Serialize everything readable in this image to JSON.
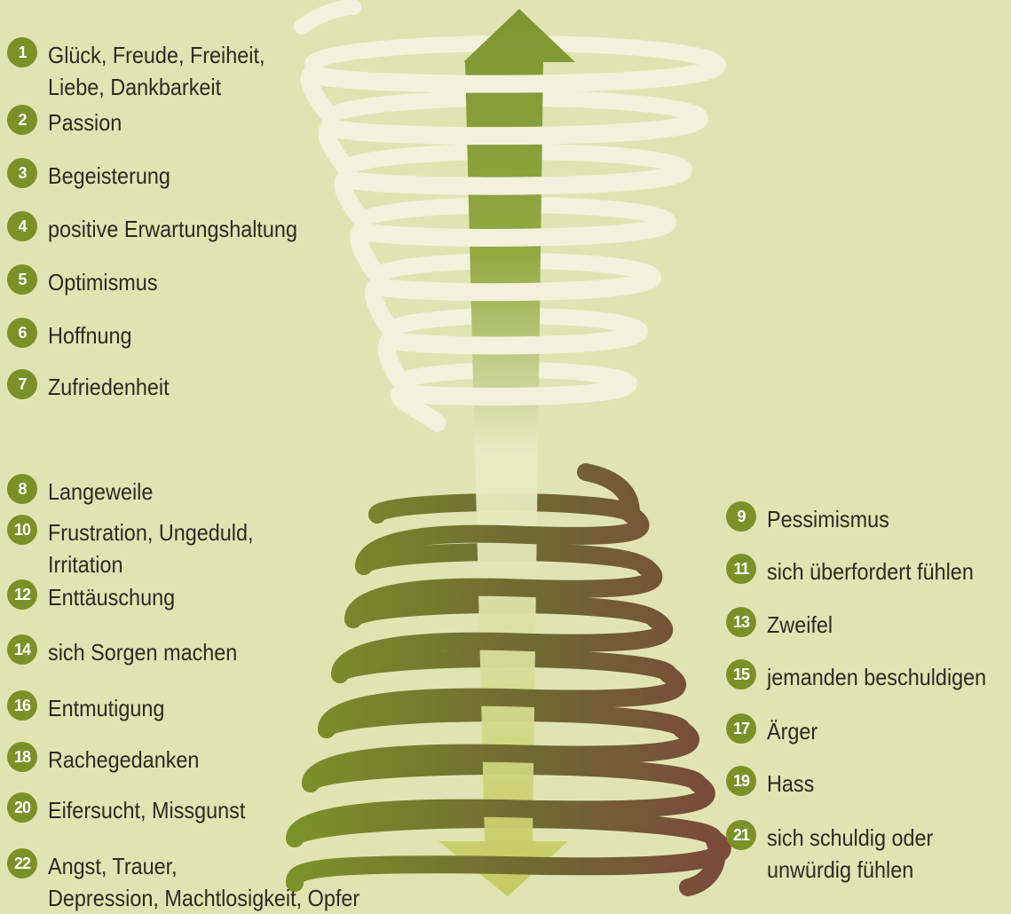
{
  "colors": {
    "background": "#e0e4b2",
    "badge": "#7b9128",
    "upper_spiral": "#f2f1dc",
    "lower_spiral_start": "#7d9129",
    "lower_spiral_end": "#7a4a3a",
    "arrow_top": "#7a912a",
    "arrow_bottom": "#c6cc5d"
  },
  "items": [
    {
      "num": "1",
      "lines": [
        "Glück, Freude, Freiheit,",
        "Liebe, Dankbarkeit"
      ]
    },
    {
      "num": "2",
      "lines": [
        "Passion"
      ]
    },
    {
      "num": "3",
      "lines": [
        "Begeisterung"
      ]
    },
    {
      "num": "4",
      "lines": [
        "positive Erwartungshaltung"
      ]
    },
    {
      "num": "5",
      "lines": [
        "Optimismus"
      ]
    },
    {
      "num": "6",
      "lines": [
        "Hoffnung"
      ]
    },
    {
      "num": "7",
      "lines": [
        "Zufriedenheit"
      ]
    },
    {
      "num": "8",
      "lines": [
        "Langeweile"
      ]
    },
    {
      "num": "9",
      "lines": [
        "Pessimismus"
      ]
    },
    {
      "num": "10",
      "lines": [
        "Frustration, Ungeduld,",
        "Irritation"
      ]
    },
    {
      "num": "11",
      "lines": [
        "sich überfordert fühlen"
      ]
    },
    {
      "num": "12",
      "lines": [
        "Enttäuschung"
      ]
    },
    {
      "num": "13",
      "lines": [
        "Zweifel"
      ]
    },
    {
      "num": "14",
      "lines": [
        "sich Sorgen machen"
      ]
    },
    {
      "num": "15",
      "lines": [
        "jemanden beschuldigen"
      ]
    },
    {
      "num": "16",
      "lines": [
        "Entmutigung"
      ]
    },
    {
      "num": "17",
      "lines": [
        "Ärger"
      ]
    },
    {
      "num": "18",
      "lines": [
        "Rachegedanken"
      ]
    },
    {
      "num": "19",
      "lines": [
        "Hass"
      ]
    },
    {
      "num": "20",
      "lines": [
        "Eifersucht, Missgunst"
      ]
    },
    {
      "num": "21",
      "lines": [
        "sich schuldig oder",
        "unwürdig fühlen"
      ]
    },
    {
      "num": "22",
      "lines": [
        "Angst, Trauer,",
        "Depression, Machtlosigkeit, Opfer"
      ]
    }
  ]
}
